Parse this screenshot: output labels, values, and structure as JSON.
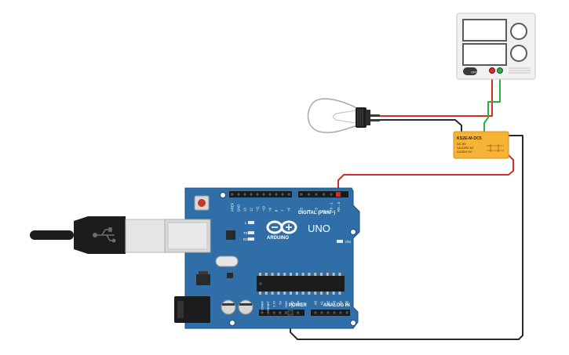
{
  "colors": {
    "arduino_board": "#2f6ea7",
    "relay": "#f6b336",
    "wire_red": "#d42b2b",
    "wire_green": "#2eae3e",
    "wire_black": "#2a2a2a",
    "bulb_socket": "#1c1c1c"
  },
  "relay": {
    "model": "KS2E-M-DC5",
    "spec1": "DC 5V",
    "spec2": "1A/125V AC",
    "spec3": "2A/30V DC"
  },
  "power_supply": {
    "power_button": "OFF"
  },
  "arduino": {
    "brand": "ARDUINO",
    "model": "UNO",
    "digital_header_label": "DIGITAL (PWM~)",
    "on_led_label": "ON",
    "l_led_label": "L",
    "tx_label": "TX",
    "rx_label": "RX",
    "power_section_label": "POWER",
    "analog_section_label": "ANALOG IN",
    "digital_pins": [
      "AREF",
      "GND",
      "13",
      "12",
      "~11",
      "~10",
      "~9",
      "8",
      "7",
      "~6",
      "~5",
      "4",
      "~3",
      "2",
      "TX→1",
      "RX←0"
    ],
    "power_pins": [
      "IOREF",
      "RESET",
      "3.3V",
      "5V",
      "GND",
      "GND",
      "Vin"
    ],
    "analog_pins": [
      "A0",
      "A1",
      "A2",
      "A3",
      "A4",
      "A5"
    ]
  },
  "usb_cable": {
    "icon": "usb-icon"
  }
}
